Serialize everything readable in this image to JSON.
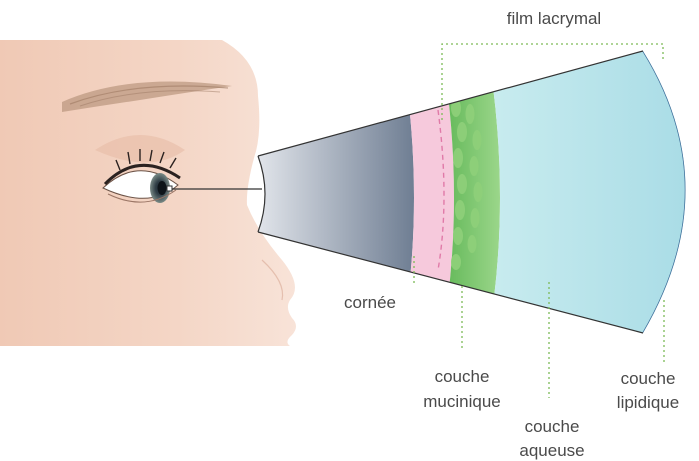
{
  "labels": {
    "tear_film": "film lacrymal",
    "cornea": "cornée",
    "mucin_layer": [
      "couche",
      "mucinique"
    ],
    "aqueous_layer": [
      "couche",
      "aqueuse"
    ],
    "lipid_layer": [
      "couche",
      "lipidique"
    ]
  },
  "colors": {
    "skin": "#f3d2c0",
    "cornea_gradient": [
      "#eef0f4",
      "#6f7e93"
    ],
    "cornea_pink": "#f6c9dc",
    "mucin_green": "#6cc15f",
    "aqueous_blue": "#bfe6ec",
    "lipid_yellow": "#f3ecb0",
    "leader_line": "#7dbb57",
    "outline": "#333333"
  }
}
